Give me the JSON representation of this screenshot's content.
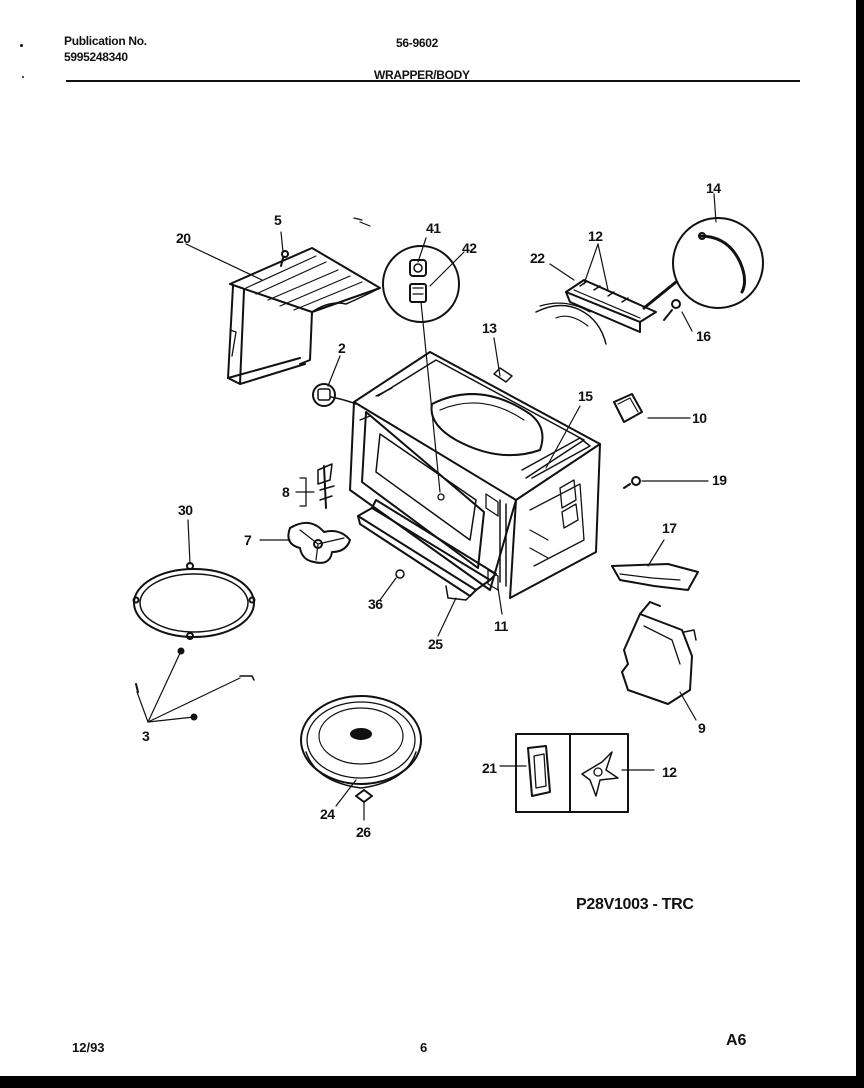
{
  "header": {
    "publication_label": "Publication No.",
    "publication_number": "5995248340",
    "model_number": "56-9602",
    "section_title": "WRAPPER/BODY"
  },
  "callouts": {
    "c5": "5",
    "c20": "20",
    "c41": "41",
    "c42": "42",
    "c14": "14",
    "c12_top": "12",
    "c22": "22",
    "c16": "16",
    "c13": "13",
    "c2": "2",
    "c15": "15",
    "c10": "10",
    "c19": "19",
    "c8": "8",
    "c30": "30",
    "c7": "7",
    "c17": "17",
    "c36": "36",
    "c11": "11",
    "c25": "25",
    "c3": "3",
    "c9": "9",
    "c21": "21",
    "c12_inset": "12",
    "c24": "24",
    "c26": "26"
  },
  "drawing_code": "P28V1003 - TRC",
  "footer": {
    "date": "12/93",
    "page": "6",
    "sheet": "A6"
  }
}
